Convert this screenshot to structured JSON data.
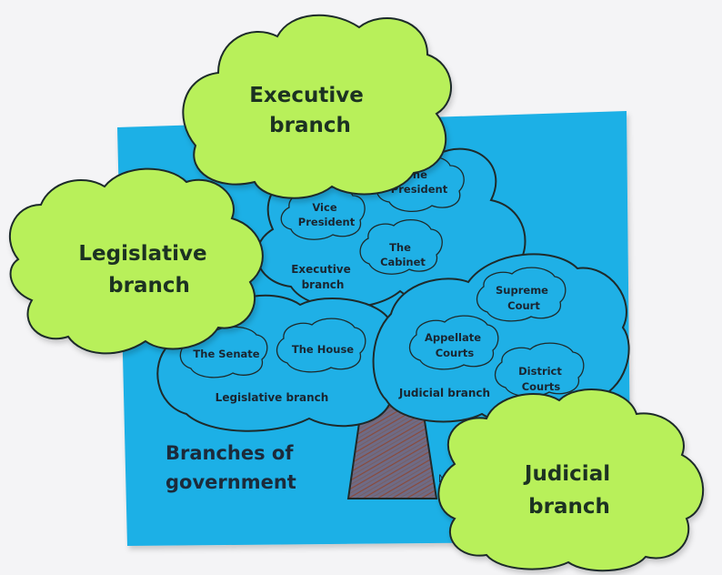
{
  "poster": {
    "title_line1": "Branches of",
    "title_line2": "government",
    "name_partial": "Na"
  },
  "tree": {
    "executive_group": {
      "label_line1": "Executive",
      "label_line2": "branch",
      "members": [
        {
          "line1": "The",
          "line2": "President"
        },
        {
          "line1": "Vice",
          "line2": "President"
        },
        {
          "line1": "The",
          "line2": "Cabinet"
        }
      ]
    },
    "legislative_group": {
      "label": "Legislative branch",
      "members": [
        {
          "line1": "The Senate"
        },
        {
          "line1": "The House"
        }
      ]
    },
    "judicial_group": {
      "label": "Judicial branch",
      "members": [
        {
          "line1": "Supreme",
          "line2": "Court"
        },
        {
          "line1": "Appellate",
          "line2": "Courts"
        },
        {
          "line1": "District",
          "line2": "Courts"
        }
      ]
    }
  },
  "cutouts": {
    "executive": {
      "line1": "Executive",
      "line2": "branch"
    },
    "legislative": {
      "line1": "Legislative",
      "line2": "branch"
    },
    "judicial": {
      "line1": "Judicial",
      "line2": "branch"
    }
  },
  "colors": {
    "background": "#f4f4f6",
    "paper": "#1fb0e6",
    "cloud_green": "#b8f05a",
    "outline": "#1e2a2a",
    "trunk": "#6b6a84",
    "trunk_scribble": "#8a4a3a"
  }
}
